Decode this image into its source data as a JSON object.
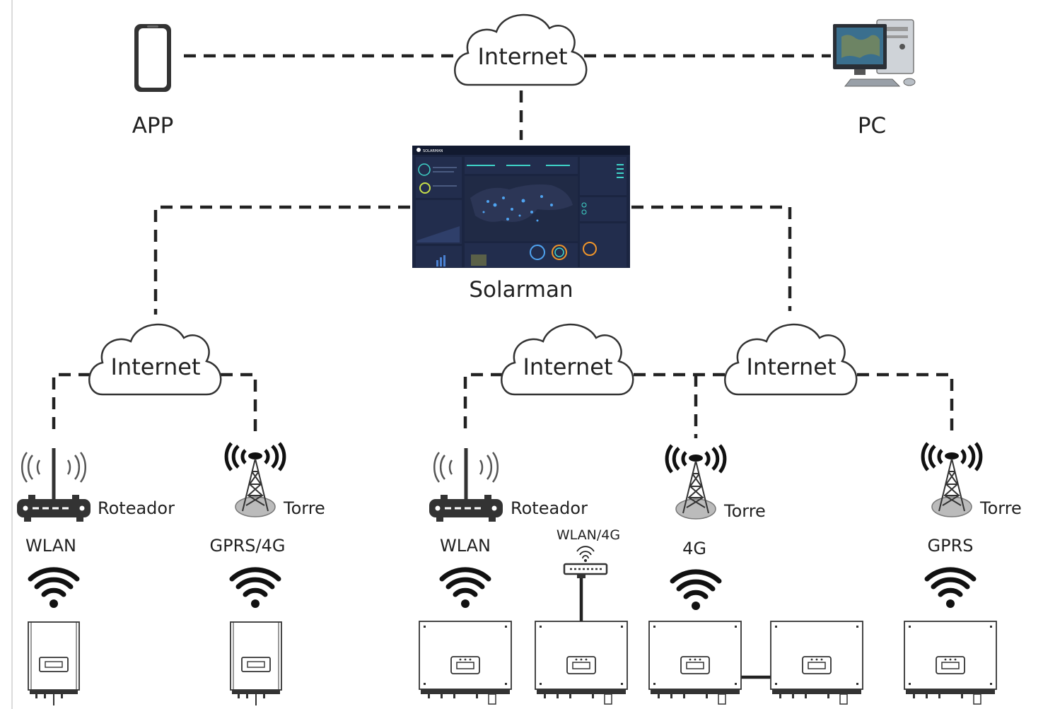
{
  "top": {
    "cloud_label": "Internet",
    "app_label": "APP",
    "pc_label": "PC"
  },
  "platform": {
    "label": "Solarman",
    "dashboard_brand": "SOLARMAN"
  },
  "clouds": [
    {
      "label": "Internet"
    },
    {
      "label": "Internet"
    },
    {
      "label": "Internet"
    }
  ],
  "devices": {
    "router_label": "Roteador",
    "tower_label": "Torre",
    "wlan_label": "WLAN",
    "gprs4g_label": "GPRS/4G",
    "wlan4g_label": "WLAN/4G",
    "label_4g": "4G",
    "gprs_label": "GPRS"
  },
  "colors": {
    "line": "#222222",
    "dashboard_bg": "#1b2541",
    "accent_teal": "#3fd4c8",
    "accent_orange": "#f0952a"
  }
}
